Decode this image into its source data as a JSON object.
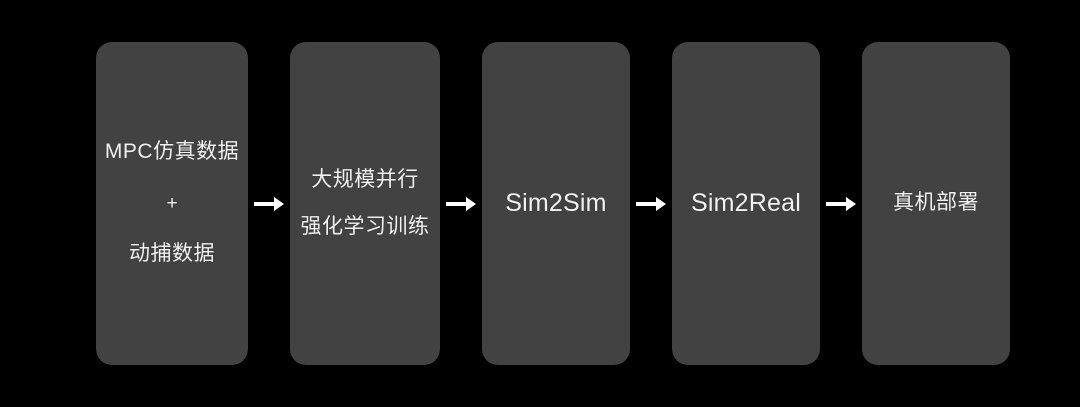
{
  "diagram": {
    "title": "Humanoid robot learning pipeline flow diagram",
    "background_color": "#000000",
    "node_fill_color": "#424242",
    "node_text_color": "#f2f2f2",
    "arrow_color": "#ffffff",
    "arrow_glyph": "right-arrow",
    "nodes": [
      {
        "id": "node-1",
        "lines": [
          "MPC仿真数据",
          "+",
          "动捕数据"
        ],
        "line1": "MPC仿真数据",
        "line2": "+",
        "line3": "动捕数据",
        "script": "cjk"
      },
      {
        "id": "node-2",
        "lines": [
          "大规模并行",
          "强化学习训练"
        ],
        "line1": "大规模并行",
        "line2": "强化学习训练",
        "script": "cjk"
      },
      {
        "id": "node-3",
        "lines": [
          "Sim2Sim"
        ],
        "line1": "Sim2Sim",
        "script": "latin"
      },
      {
        "id": "node-4",
        "lines": [
          "Sim2Real"
        ],
        "line1": "Sim2Real",
        "script": "latin"
      },
      {
        "id": "node-5",
        "lines": [
          "真机部署"
        ],
        "line1": "真机部署",
        "script": "cjk"
      }
    ],
    "connectors": [
      {
        "id": "arrow-1",
        "from": "node-1",
        "to": "node-2",
        "direction": "right"
      },
      {
        "id": "arrow-2",
        "from": "node-2",
        "to": "node-3",
        "direction": "right"
      },
      {
        "id": "arrow-3",
        "from": "node-3",
        "to": "node-4",
        "direction": "right"
      },
      {
        "id": "arrow-4",
        "from": "node-4",
        "to": "node-5",
        "direction": "right"
      }
    ]
  }
}
